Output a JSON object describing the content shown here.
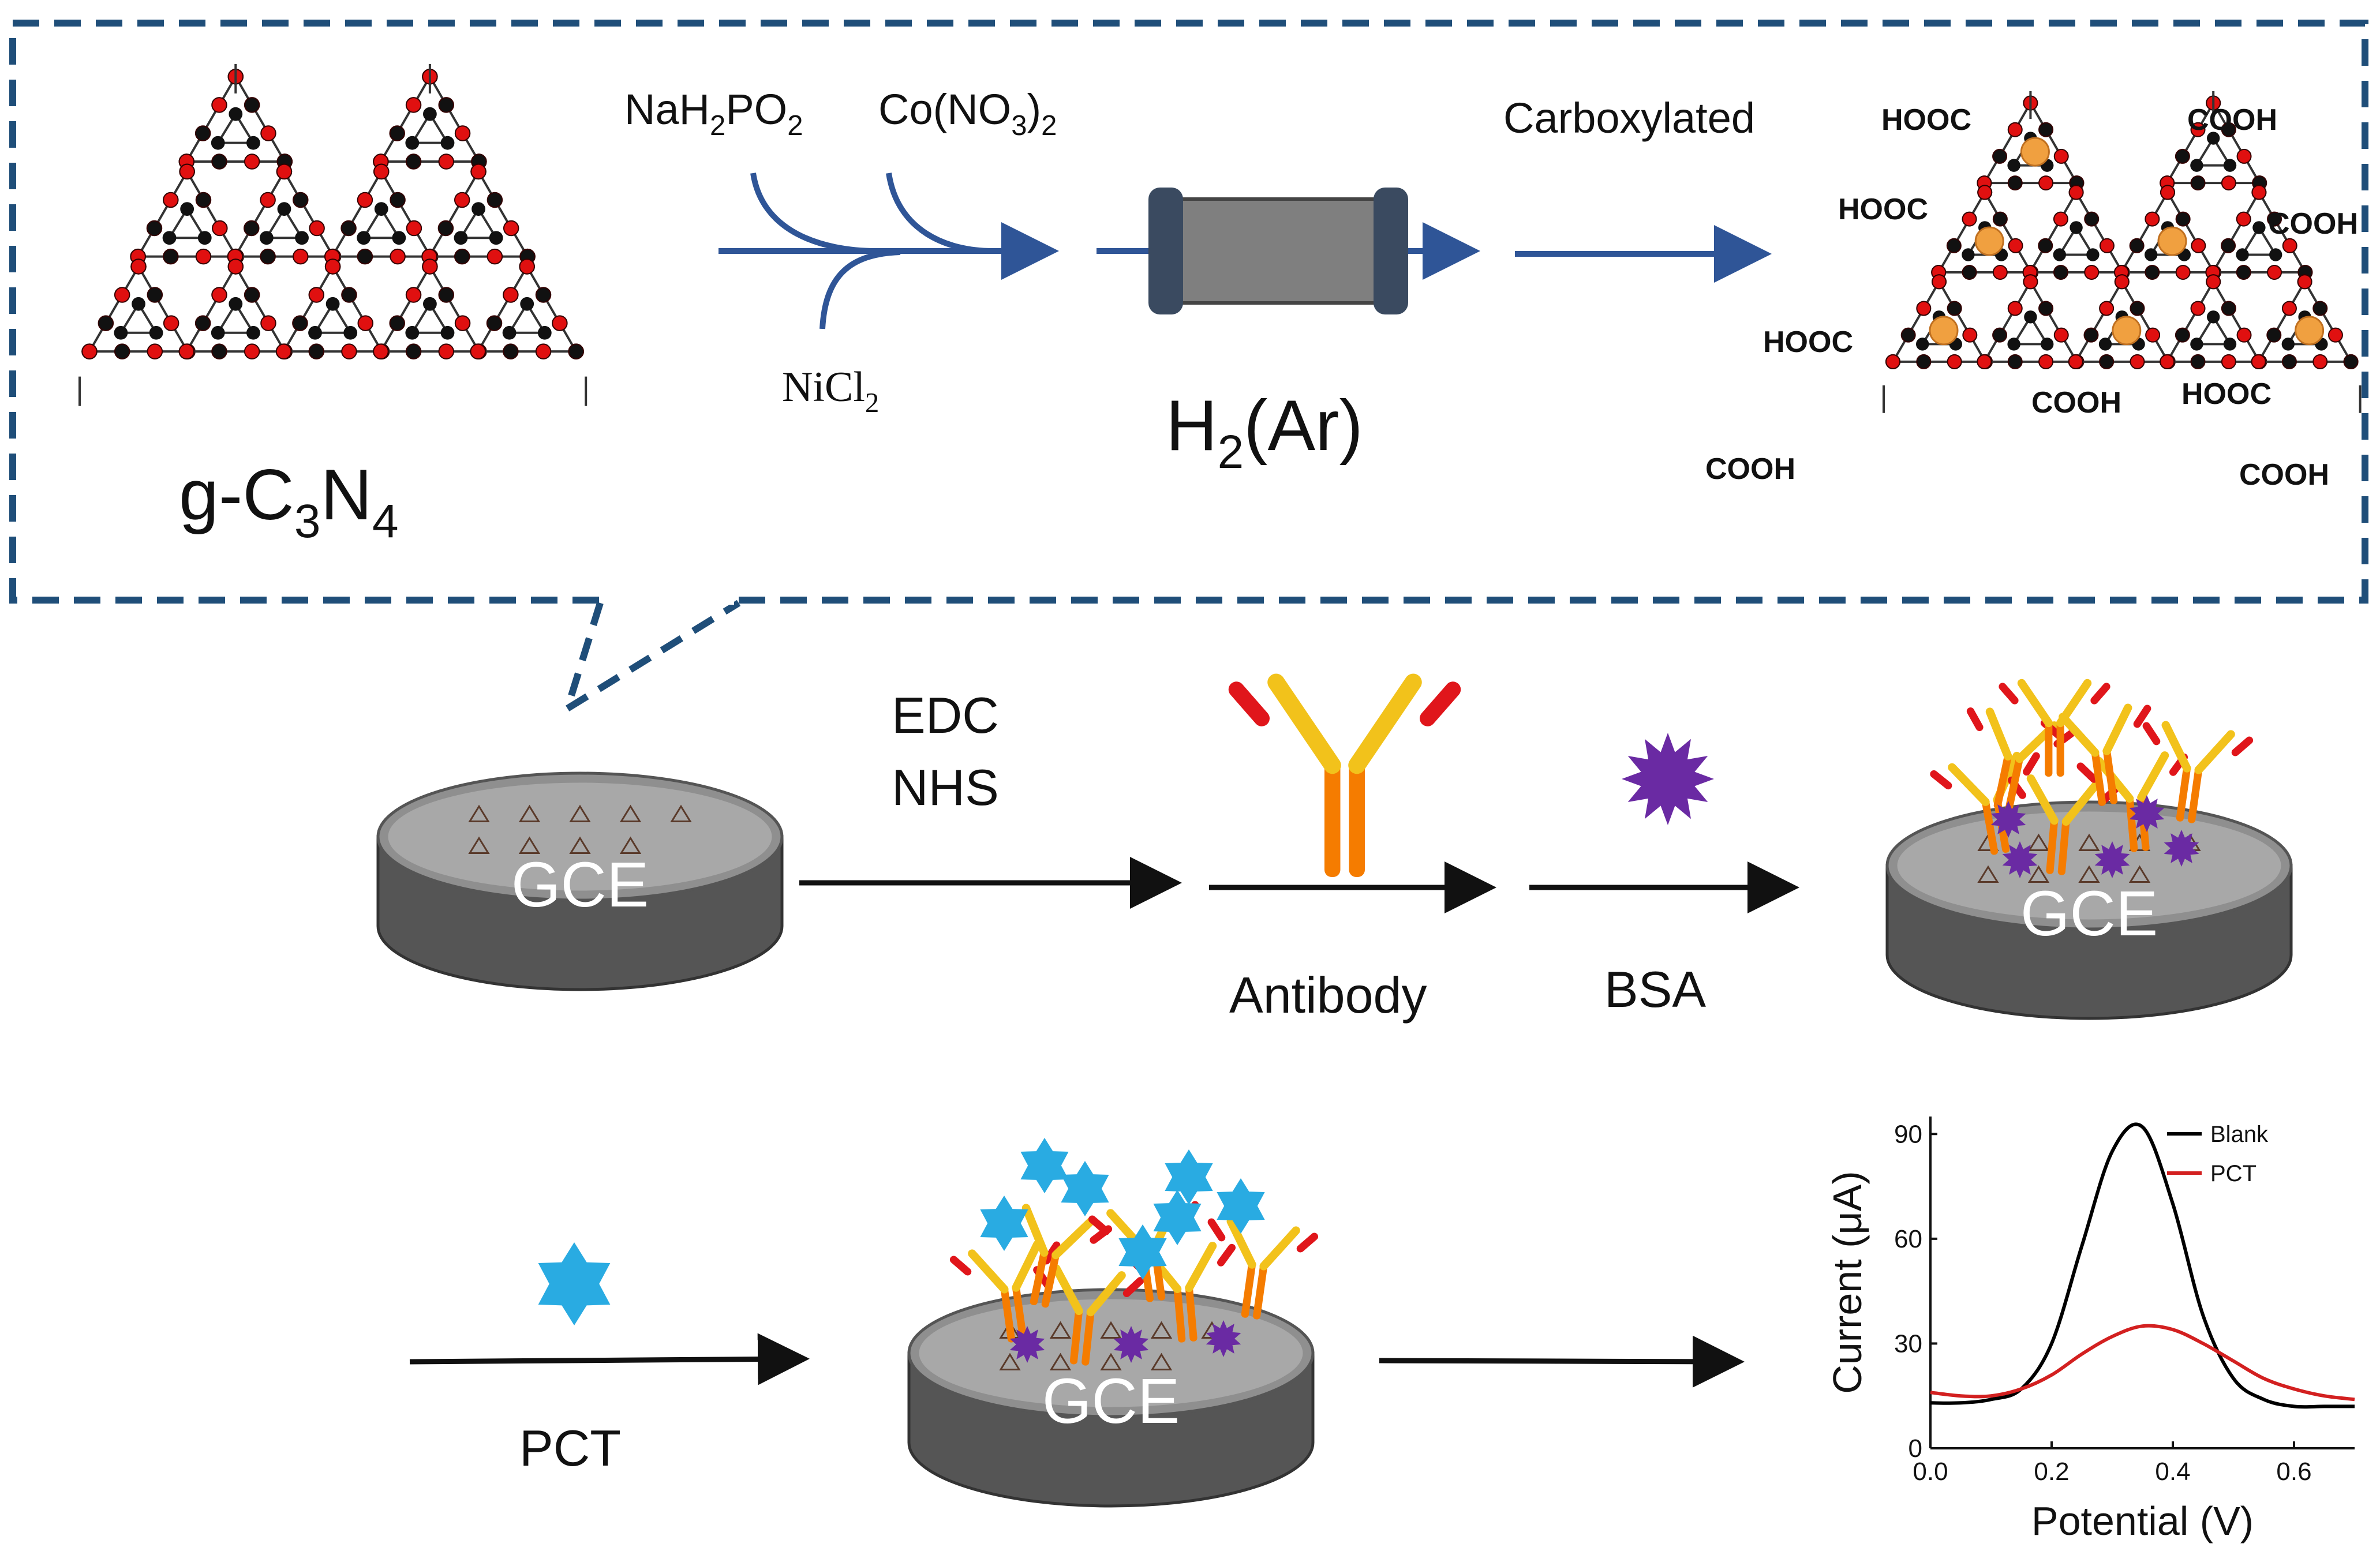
{
  "synthesis": {
    "material_label": {
      "base": "g-C",
      "sub1": "3",
      "mid": "N",
      "sub2": "4"
    },
    "reagent_1": {
      "base": "NaH",
      "sub1": "2",
      "mid": "PO",
      "sub2": "2"
    },
    "reagent_2": {
      "base": "Co(NO",
      "sub1": "3",
      "mid": ")",
      "sub2": "2"
    },
    "reagent_3": {
      "base": "NiCl",
      "sub1": "2"
    },
    "furnace_label": {
      "base": "H",
      "sub1": "2",
      "mid": "(Ar)"
    },
    "carboxylated_label": "Carboxylated",
    "cooh_labels": [
      "HOOC",
      "COOH",
      "HOOC",
      "COOH",
      "HOOC",
      "COOH",
      "COOH",
      "HOOC",
      "COOH"
    ]
  },
  "assembly": {
    "electrode_label": "GCE",
    "edc_label": "EDC",
    "nhs_label": "NHS",
    "antibody_label": "Antibody",
    "bsa_label": "BSA",
    "pct_label": "PCT"
  },
  "chart_data": {
    "type": "line",
    "xlabel": "Potential (V)",
    "ylabel": "Current (μA)",
    "xlim": [
      0.0,
      0.7
    ],
    "ylim": [
      0,
      95
    ],
    "xticks": [
      "0.0",
      "0.2",
      "0.4",
      "0.6"
    ],
    "yticks": [
      "0",
      "30",
      "60",
      "90"
    ],
    "legend_position": "top-right",
    "series": [
      {
        "name": "Blank",
        "color": "#000000",
        "x": [
          0.0,
          0.05,
          0.1,
          0.15,
          0.2,
          0.25,
          0.3,
          0.35,
          0.4,
          0.45,
          0.5,
          0.55,
          0.6,
          0.65,
          0.7
        ],
        "y": [
          13,
          13,
          14,
          17,
          30,
          58,
          85,
          92,
          70,
          38,
          20,
          14,
          12,
          12,
          12
        ]
      },
      {
        "name": "PCT",
        "color": "#d32020",
        "x": [
          0.0,
          0.05,
          0.1,
          0.15,
          0.2,
          0.25,
          0.3,
          0.35,
          0.4,
          0.45,
          0.5,
          0.55,
          0.6,
          0.65,
          0.7
        ],
        "y": [
          16,
          15,
          15,
          17,
          21,
          27,
          32,
          35,
          34,
          30,
          25,
          20,
          17,
          15,
          14
        ]
      }
    ]
  },
  "colors": {
    "dash_border": "#1f4e79",
    "synthesis_arrow": "#2f5597",
    "electrode_side": "#555555",
    "electrode_top": "#8f8f8f",
    "antibody_stem": "#f57c00",
    "antibody_arm": "#f2c21b",
    "antibody_tip": "#e0161b",
    "bsa": "#6a2aa3",
    "pct_antigen": "#29abe2",
    "metal_particle": "#f0a040",
    "atom_o": "#e01010",
    "atom_c": "#111111"
  }
}
